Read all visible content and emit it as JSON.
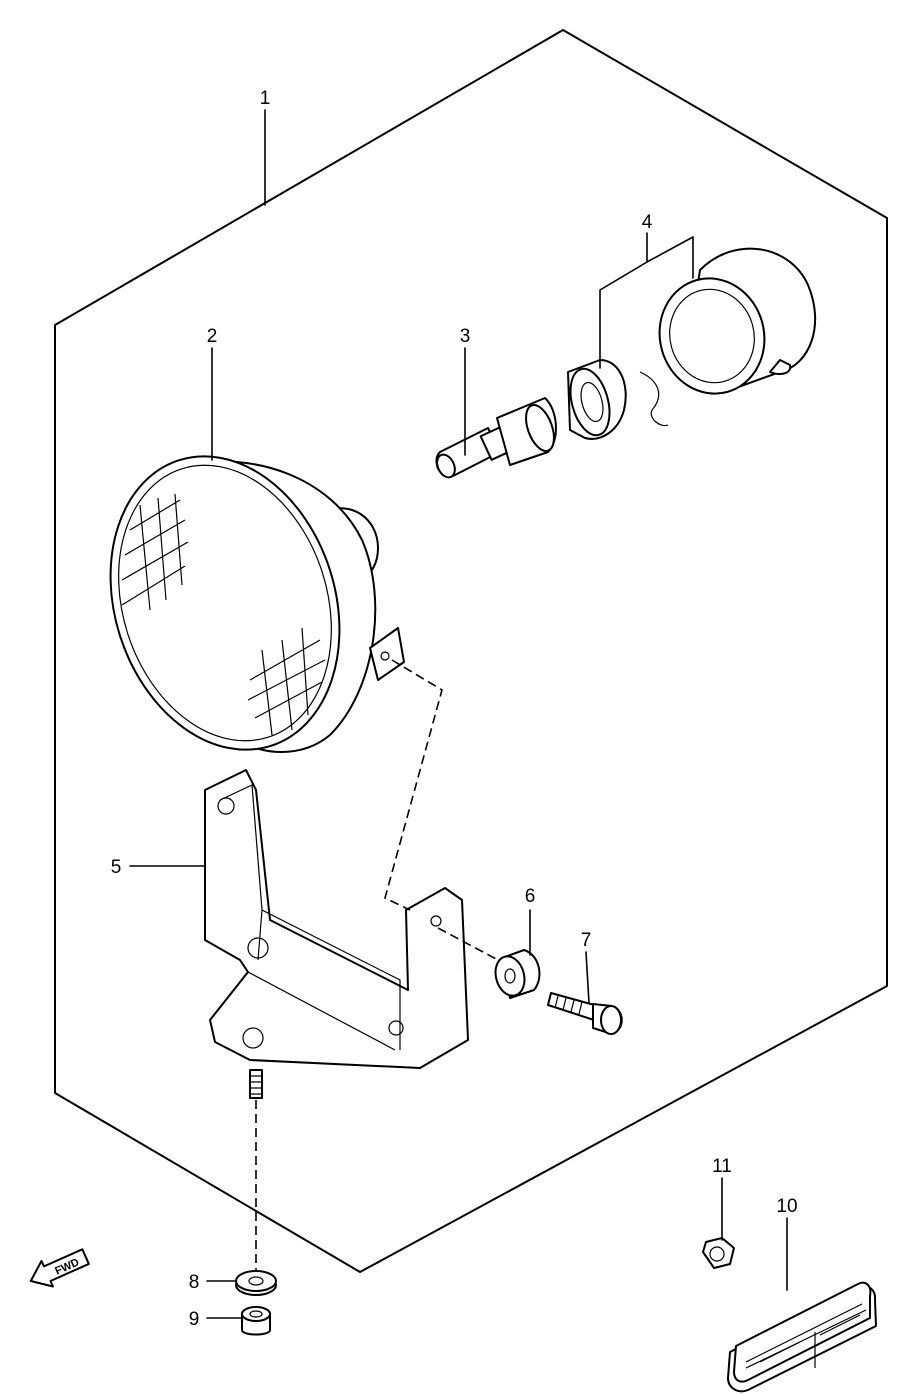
{
  "diagram": {
    "callouts": [
      {
        "id": "1",
        "label": "1"
      },
      {
        "id": "2",
        "label": "2"
      },
      {
        "id": "3",
        "label": "3"
      },
      {
        "id": "4",
        "label": "4"
      },
      {
        "id": "5",
        "label": "5"
      },
      {
        "id": "6",
        "label": "6"
      },
      {
        "id": "7",
        "label": "7"
      },
      {
        "id": "8",
        "label": "8"
      },
      {
        "id": "9",
        "label": "9"
      },
      {
        "id": "10",
        "label": "10"
      },
      {
        "id": "11",
        "label": "11"
      }
    ],
    "direction_arrow": {
      "label": "FWD"
    }
  }
}
